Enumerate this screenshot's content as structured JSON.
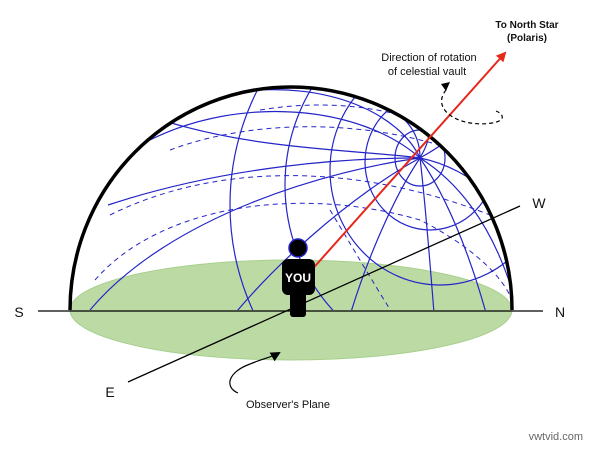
{
  "labels": {
    "south": "S",
    "north": "N",
    "west": "W",
    "east": "E",
    "you": "YOU",
    "north_star_line1": "To North Star",
    "north_star_line2": "(Polaris)",
    "rotation_line1": "Direction of rotation",
    "rotation_line2": "of celestial vault",
    "observer_plane": "Observer's Plane",
    "watermark": "vwtvid.com"
  },
  "colors": {
    "grid": "#2424c8",
    "plane": "#bcdba4",
    "arrow": "#e8271b",
    "dome": "#000000",
    "figure": "#000000"
  }
}
